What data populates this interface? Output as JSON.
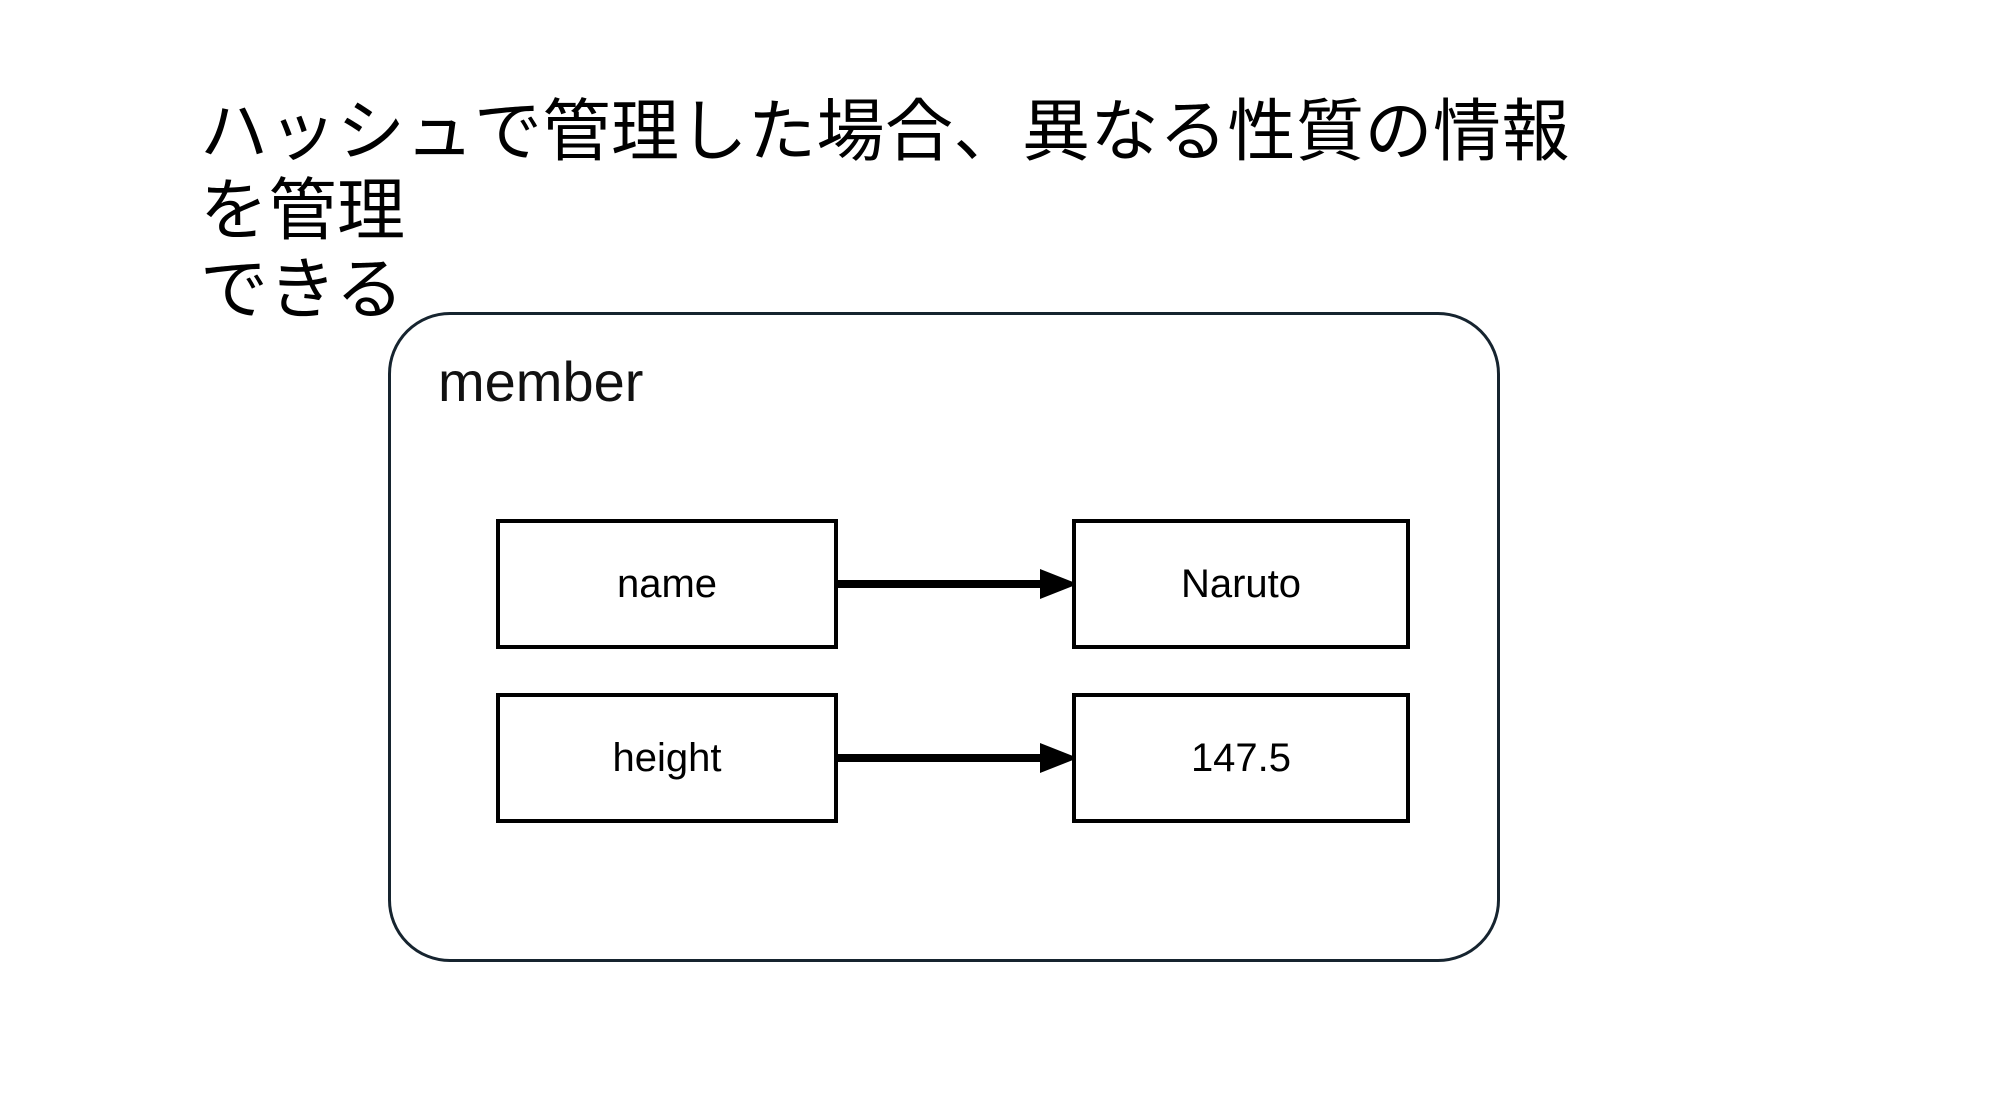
{
  "slide": {
    "title_line1": "ハッシュで管理した場合、異なる性質の情報を管理",
    "title_line2": "できる",
    "title_full": "ハッシュで管理した場合、異なる性質の情報を管理\nできる"
  },
  "diagram": {
    "container_label": "member",
    "container_border_color": "#16242f",
    "box_border_color": "#000000",
    "arrow_color": "#000000",
    "background_color": "#ffffff",
    "text_color": "#000000",
    "entries": [
      {
        "key": "name",
        "value": "Naruto",
        "arrow": "arrow-right-icon"
      },
      {
        "key": "height",
        "value": "147.5",
        "arrow": "arrow-right-icon"
      }
    ]
  }
}
